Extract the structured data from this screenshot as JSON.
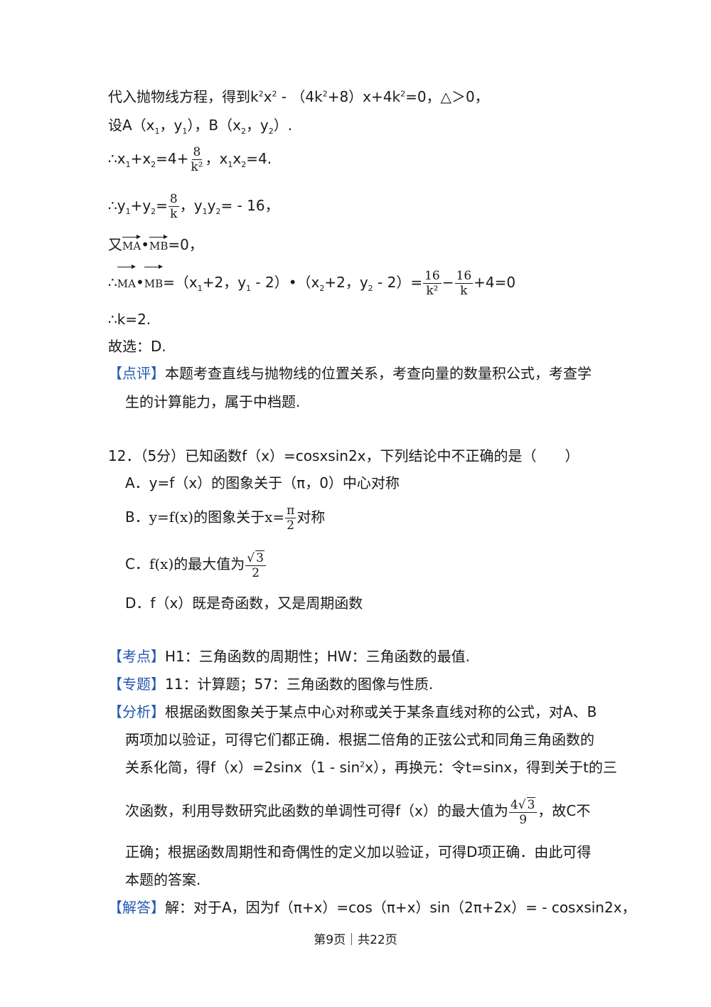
{
  "solution": {
    "l1": {
      "a": "代入抛物线方程，得到k",
      "b": "2",
      "c": "x",
      "d": "2",
      "e": " - （4k",
      "f": "2",
      "g": "+8）x+4k",
      "h": "2",
      "i": "=0，△＞0，"
    },
    "l2": {
      "a": "设A（x",
      "b": "1",
      "c": "，y",
      "d": "1",
      "e": "），B（x",
      "f": "2",
      "g": "，y",
      "h": "2",
      "i": "）."
    },
    "l3": {
      "a": "∴x",
      "b": "1",
      "c": "+x",
      "d": "2",
      "e": "=4+",
      "num": "8",
      "den": "k²",
      "f": "，x",
      "g": "1",
      "h": "x",
      "i": "2",
      "j": "=4."
    },
    "l4": {
      "a": "∴y",
      "b": "1",
      "c": "+y",
      "d": "2",
      "e": "=",
      "num": "8",
      "den": "k",
      "f": "，y",
      "g": "1",
      "h": "y",
      "i": "2",
      "j": "= - 16，"
    },
    "l5": {
      "a": "又",
      "vec1": "MA",
      "dot": "•",
      "vec2": "MB",
      "b": "=0，"
    },
    "l6": {
      "a": "∴",
      "vec1": "MA",
      "dot": "•",
      "vec2": "MB",
      "b": "=（x",
      "c": "1",
      "d": "+2，y",
      "e": "1",
      "f": " - 2）•（x",
      "g": "2",
      "h": "+2，y",
      "i": "2",
      "j": " - 2）=",
      "num1": "16",
      "den1": "k²",
      "k": "−",
      "num2": "16",
      "den2": "k",
      "l": "+4=0"
    },
    "l7": "∴k=2.",
    "l8": "故选：D.",
    "review_tag": "【点评】",
    "review_1": "本题考查直线与抛物线的位置关系，考查向量的数量积公式，考查学",
    "review_2": "生的计算能力，属于中档题."
  },
  "question": {
    "stem": "12．（5分）已知函数f（x）=cosxsin2x，下列结论中不正确的是（　　）",
    "A": "A．y=f（x）的图象关于（π，0）中心对称",
    "B": {
      "a": "B．",
      "b": "y=f(x)",
      "c": "的图象关于",
      "d": "x=",
      "num": "π",
      "den": "2",
      "e": "对称"
    },
    "C": {
      "a": "C．",
      "b": "f(x)",
      "c": "的最大值为",
      "num": "3",
      "den": "2"
    },
    "D": "D．f（x）既是奇函数，又是周期函数"
  },
  "analysis": {
    "kaodian_tag": "【考点】",
    "kaodian": "H1：三角函数的周期性；HW：三角函数的最值.",
    "zhuanti_tag": "【专题】",
    "zhuanti": "11：计算题；57：三角函数的图像与性质.",
    "fenxi_tag": "【分析】",
    "fenxi_1": "根据函数图象关于某点中心对称或关于某条直线对称的公式，对A、B",
    "fenxi_2": "两项加以验证，可得它们都正确．根据二倍角的正弦公式和同角三角函数的",
    "fenxi_3a": "关系化简，得f（x）=2sinx（1 - sin",
    "fenxi_3b": "2",
    "fenxi_3c": "x），再换元：令t=sinx，得到关于t的三",
    "fenxi_4a": "次函数，利用导数研究此函数的单调性可得f（x）的最大值为",
    "fenxi_4num_a": "4",
    "fenxi_4num_b": "3",
    "fenxi_4den": "9",
    "fenxi_4b": "，故C不",
    "fenxi_5": "正确；根据函数周期性和奇偶性的定义加以验证，可得D项正确．由此可得",
    "fenxi_6": "本题的答案.",
    "jieda_tag": "【解答】",
    "jieda": "解：对于A，因为f（π+x）=cos（π+x）sin（2π+2x）= - cosxsin2x，"
  },
  "footer": "第9页｜共22页"
}
